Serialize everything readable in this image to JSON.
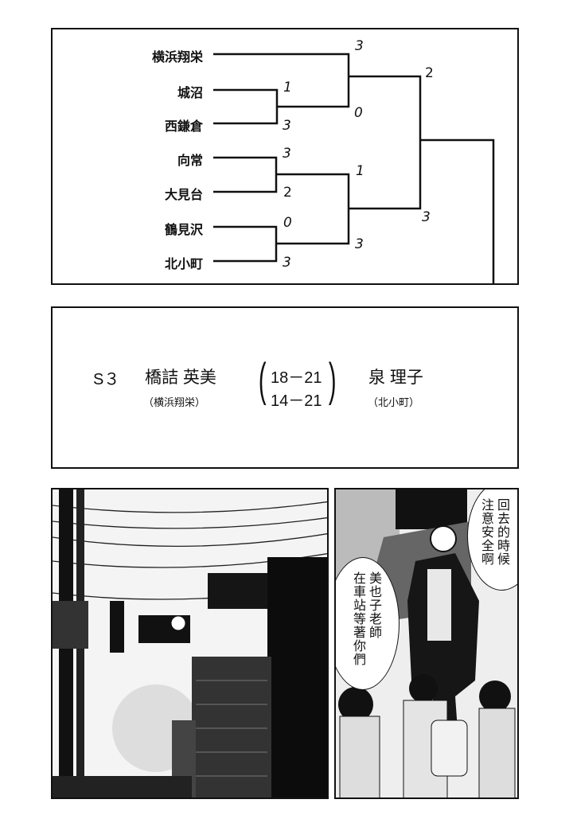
{
  "bracket": {
    "teams": [
      "横浜翔栄",
      "城沼",
      "西鎌倉",
      "向常",
      "大見台",
      "鶴見沢",
      "北小町"
    ],
    "round1_scores": {
      "shironuma": "1",
      "nishikamakura": "3",
      "mukou": "3",
      "omidai": "2",
      "tsurumizawa": "0",
      "kitakomachi": "3"
    },
    "round2_scores": {
      "yokohama_shoei": "3",
      "nishikamakura": "0",
      "mukou": "1",
      "kitakomachi": "3"
    },
    "final_scores": {
      "yokohama_shoei": "2",
      "kitakomachi": "3"
    }
  },
  "match": {
    "slot": "S３",
    "player1": "橋詰 英美",
    "player1_school": "（横浜翔栄）",
    "game1": "18－21",
    "game2": "14－21",
    "player2": "泉 理子",
    "player2_school": "（北小町）"
  },
  "dialogue": {
    "bubble1": "回去的時候注意安全啊",
    "bubble1_line1": "回去的時候",
    "bubble1_line2": "注意安全啊",
    "bubble2_line1": "美也子老師",
    "bubble2_line2": "在車站等著你們"
  }
}
